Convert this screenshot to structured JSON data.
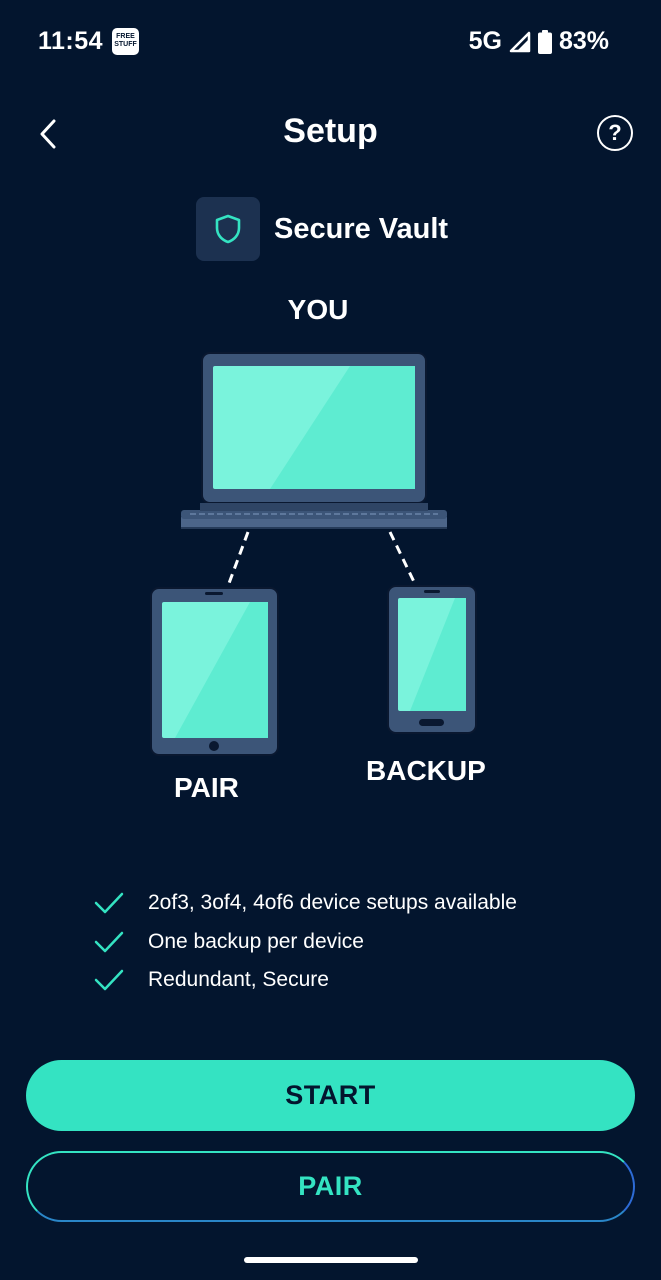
{
  "status_bar": {
    "time": "11:54",
    "notification_badge": "FREE STUFF",
    "network": "5G",
    "battery": "83%",
    "icons": [
      "signal-icon",
      "battery-icon"
    ]
  },
  "header": {
    "title": "Setup",
    "back_icon": "chevron-left-icon",
    "help_label": "?"
  },
  "vault": {
    "name": "Secure Vault",
    "icon": "shield-icon"
  },
  "illustration": {
    "you_label": "YOU",
    "pair_label": "PAIR",
    "backup_label": "BACKUP",
    "devices": [
      "laptop-icon",
      "tablet-icon",
      "phone-icon"
    ]
  },
  "features": [
    "2of3, 3of4, 4of6 device setups available",
    "One backup per device",
    "Redundant, Secure"
  ],
  "buttons": {
    "start": "START",
    "pair": "PAIR"
  },
  "colors": {
    "background": "#03152e",
    "accent": "#34e3c2",
    "device_frame": "#3c5578",
    "device_screen": "#7af3dc"
  }
}
